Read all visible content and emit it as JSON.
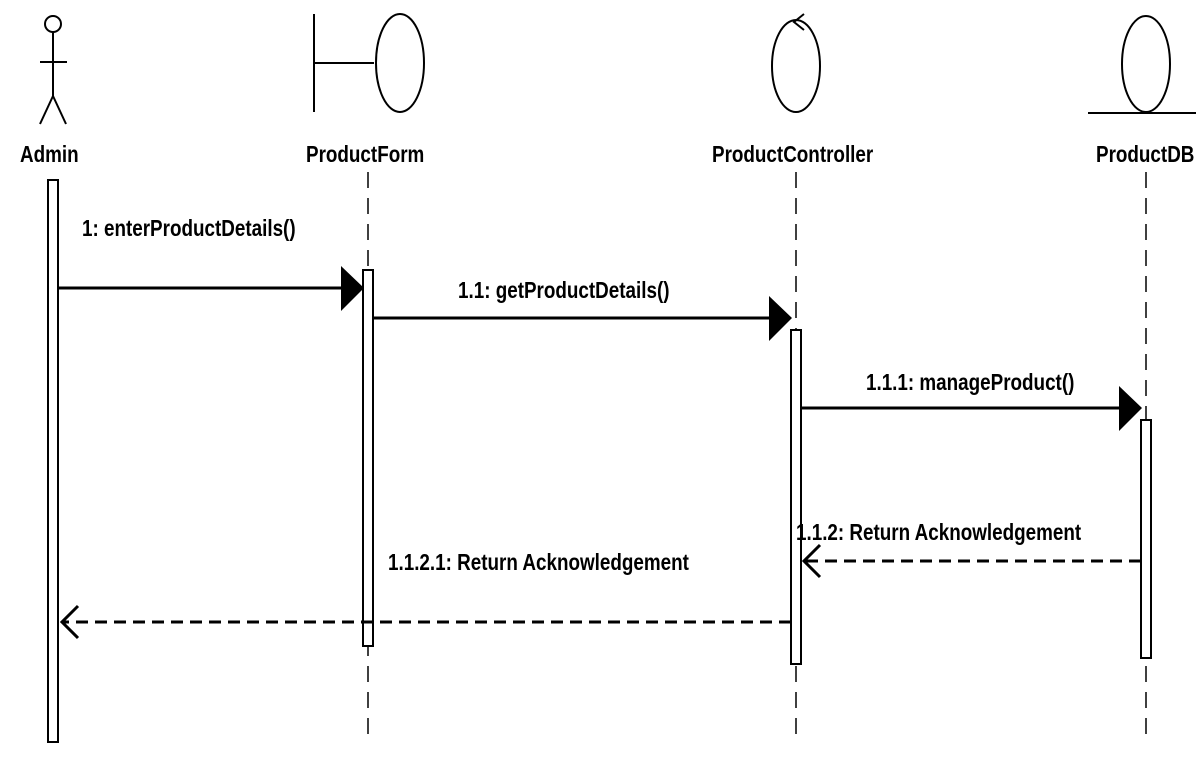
{
  "participants": [
    {
      "id": "admin",
      "name": "Admin",
      "kind": "actor"
    },
    {
      "id": "productform",
      "name": "ProductForm",
      "kind": "boundary"
    },
    {
      "id": "productcontroller",
      "name": "ProductController",
      "kind": "control"
    },
    {
      "id": "productdb",
      "name": "ProductDB",
      "kind": "entity"
    }
  ],
  "messages": [
    {
      "label": "1: enterProductDetails()",
      "from": "Admin",
      "to": "ProductForm",
      "type": "synchronous"
    },
    {
      "label": "1.1: getProductDetails()",
      "from": "ProductForm",
      "to": "ProductController",
      "type": "synchronous"
    },
    {
      "label": "1.1.1: manageProduct()",
      "from": "ProductController",
      "to": "ProductDB",
      "type": "synchronous"
    },
    {
      "label": "1.1.2: Return Acknowledgement",
      "from": "ProductDB",
      "to": "ProductController",
      "type": "return"
    },
    {
      "label": "1.1.2.1: Return Acknowledgement",
      "from": "ProductController",
      "to": "Admin",
      "type": "return"
    }
  ],
  "colors": {
    "line": "#000000",
    "background": "#ffffff"
  }
}
